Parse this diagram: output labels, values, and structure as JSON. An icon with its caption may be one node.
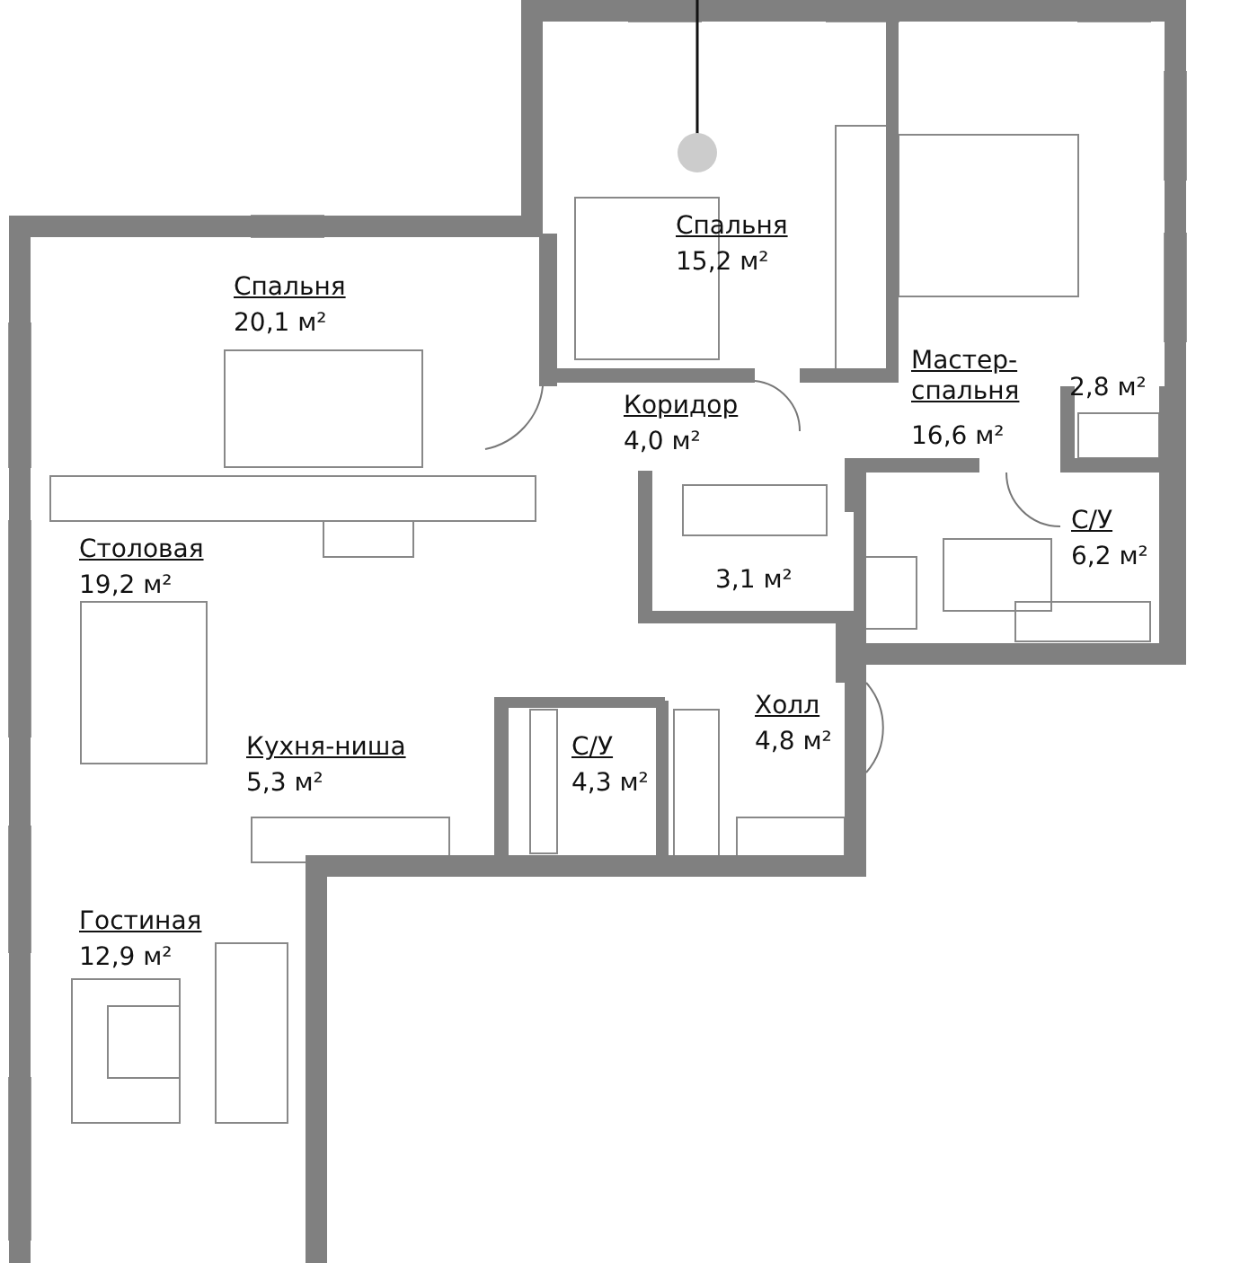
{
  "diagram": {
    "labels": [
      "Спальня",
      "15,2 м²",
      "Спальня",
      "20,1 м²",
      "Коридор",
      "4,0 м²",
      "Мастер-спальня",
      "16,6 м²",
      "2,8 м²",
      "Столовая",
      "19,2 м²",
      "3,1 м²",
      "С/У",
      "6,2 м²",
      "Кухня-ниша",
      "5,3 м²",
      "С/У",
      "4,3 м²",
      "Холл",
      "4,8 м²",
      "Гостиная",
      "12,9 м²"
    ]
  }
}
